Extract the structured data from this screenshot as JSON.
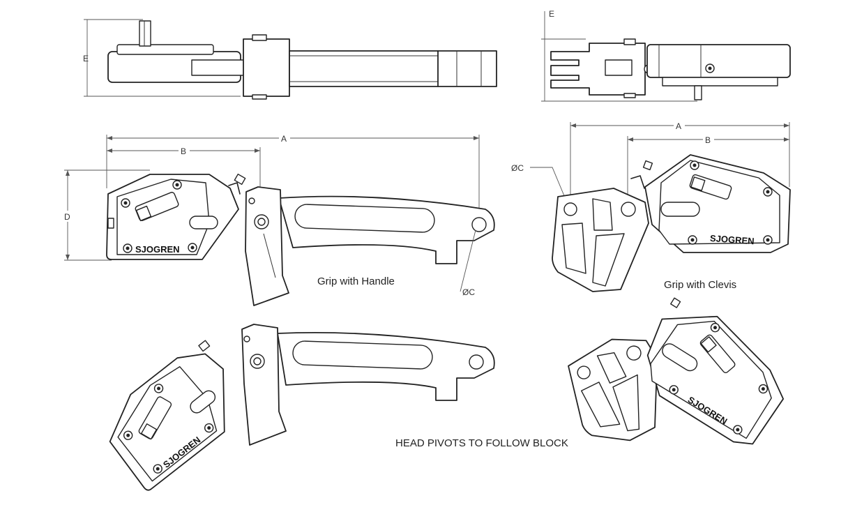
{
  "labels": {
    "dim_a": "A",
    "dim_b": "B",
    "dim_c": "ØC",
    "dim_d": "D",
    "dim_e": "E"
  },
  "brand": "SJOGREN",
  "captions": {
    "grip_handle": "Grip with Handle",
    "grip_clevis": "Grip with Clevis",
    "head_pivots": "HEAD PIVOTS TO FOLLOW BLOCK"
  }
}
